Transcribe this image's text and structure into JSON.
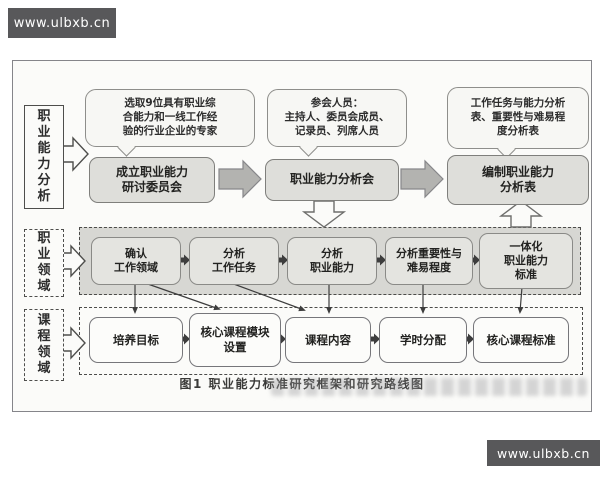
{
  "watermark": {
    "site_top": "www.ulbxb.cn",
    "site_bottom": "www.ulbxb.cn"
  },
  "figure": {
    "caption": "图1  职业能力标准研究框架和研究路线图",
    "sections": [
      {
        "label": "职业能力分析"
      },
      {
        "label": "职业领域"
      },
      {
        "label": "课程领域"
      }
    ],
    "callouts": [
      {
        "text": "选取9位具有职业综\n合能力和一线工作经\n验的行业企业的专家"
      },
      {
        "text": "参会人员：\n主持人、委员会成员、\n记录员、列席人员"
      },
      {
        "text": "工作任务与能力分析\n表、重要性与难易程\n度分析表"
      }
    ],
    "analysis_steps": [
      {
        "label": "成立职业能力\n研讨委员会"
      },
      {
        "label": "职业能力分析会"
      },
      {
        "label": "编制职业能力\n分析表"
      }
    ],
    "occupation_steps": [
      {
        "label": "确认\n工作领域"
      },
      {
        "label": "分析\n工作任务"
      },
      {
        "label": "分析\n职业能力"
      },
      {
        "label": "分析重要性与\n难易程度"
      },
      {
        "label": "一体化\n职业能力\n标准"
      }
    ],
    "course_steps": [
      {
        "label": "培养目标"
      },
      {
        "label": "核心课程模块\n设置"
      },
      {
        "label": "课程内容"
      },
      {
        "label": "学时分配"
      },
      {
        "label": "核心课程标准"
      }
    ]
  },
  "colors": {
    "banner_bg": "#58585a",
    "banner_text": "#ffffff",
    "box_border": "#8a8a87",
    "row1_box_fill": "#dededa",
    "band_fill": "#d7d7d3",
    "block_arrow_fill": "#b3b3b0",
    "connector_line": "#3d3d3d"
  }
}
